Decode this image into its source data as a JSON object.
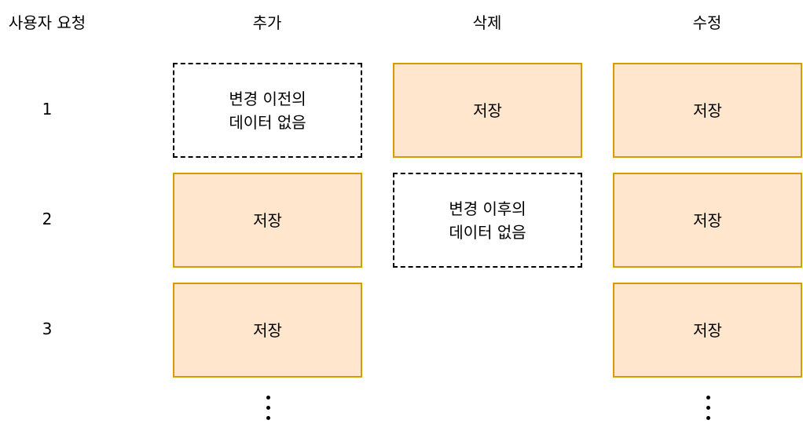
{
  "headers": {
    "request": "사용자 요청",
    "add": "추가",
    "delete": "삭제",
    "update": "수정"
  },
  "rows": [
    "1",
    "2",
    "3"
  ],
  "boxes": {
    "saved_label": "저장",
    "no_data_before": "변경 이전의\n데이터 없음",
    "no_data_after": "변경 이후의\n데이터 없음"
  },
  "colors": {
    "saved_fill": "#ffe6cc",
    "saved_border": "#d79b00",
    "empty_border": "#000000"
  }
}
